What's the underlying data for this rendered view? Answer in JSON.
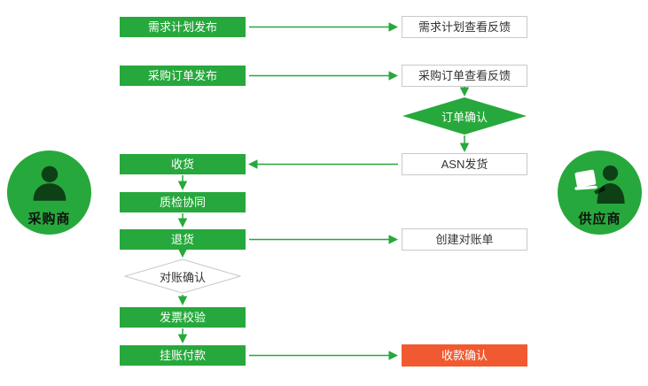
{
  "colors": {
    "green": "#27A83C",
    "red": "#F15A31",
    "box_border": "#C9C9C9",
    "text_dark": "#333333"
  },
  "actors": {
    "buyer": {
      "label": "采购商",
      "icon": "person-icon"
    },
    "supplier": {
      "label": "供应商",
      "icon": "person-laptop-icon"
    }
  },
  "nodes": {
    "demand_plan_publish": {
      "label": "需求计划发布",
      "type": "green-box"
    },
    "demand_plan_feedback": {
      "label": "需求计划查看反馈",
      "type": "white-box"
    },
    "po_publish": {
      "label": "采购订单发布",
      "type": "green-box"
    },
    "po_feedback": {
      "label": "采购订单查看反馈",
      "type": "white-box"
    },
    "order_confirm": {
      "label": "订单确认",
      "type": "green-diamond"
    },
    "asn_ship": {
      "label": "ASN发货",
      "type": "white-box"
    },
    "receive": {
      "label": "收货",
      "type": "green-box"
    },
    "quality_check": {
      "label": "质检协同",
      "type": "green-box"
    },
    "return_goods": {
      "label": "退货",
      "type": "green-box"
    },
    "create_statement": {
      "label": "创建对账单",
      "type": "white-box"
    },
    "reconcile_confirm": {
      "label": "对账确认",
      "type": "white-diamond"
    },
    "invoice_verify": {
      "label": "发票校验",
      "type": "green-box"
    },
    "payment": {
      "label": "挂账付款",
      "type": "green-box"
    },
    "receipt_confirm": {
      "label": "收款确认",
      "type": "red-box"
    }
  }
}
